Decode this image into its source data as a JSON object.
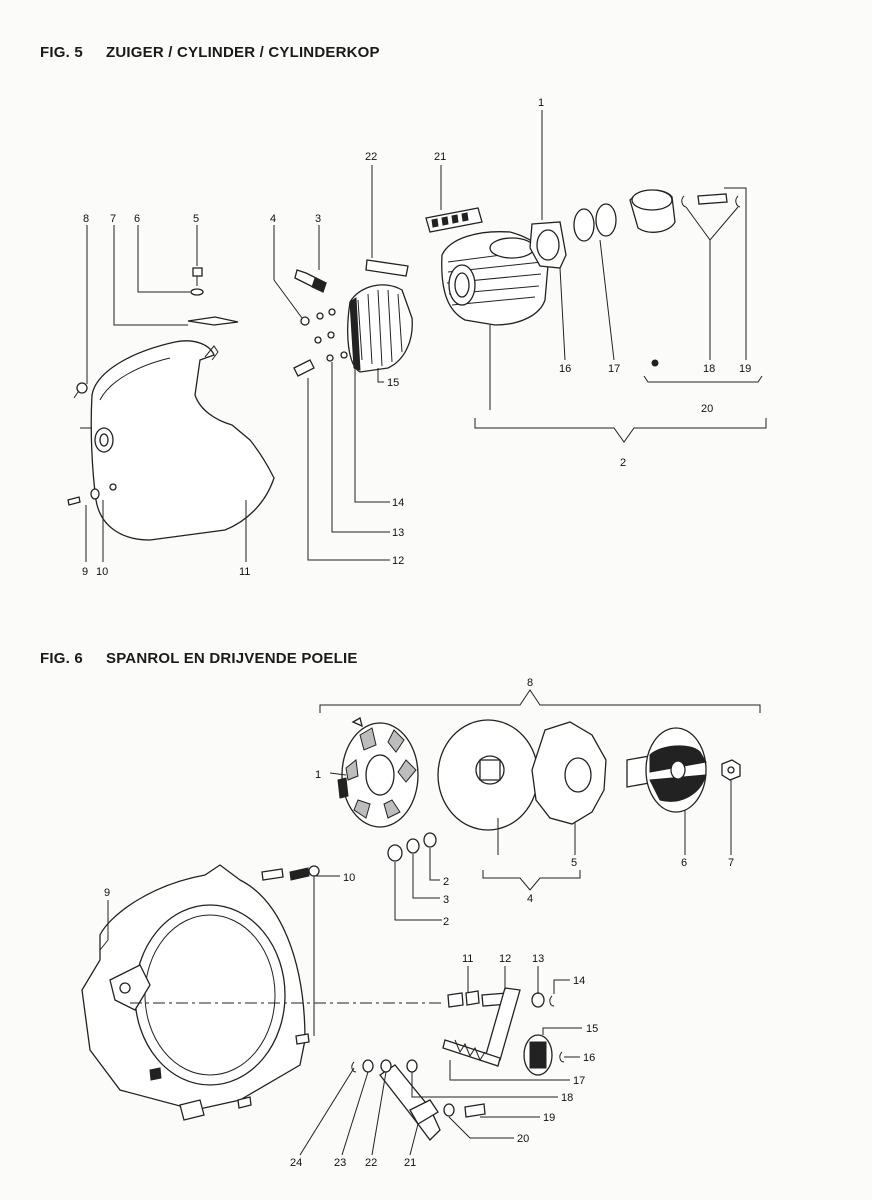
{
  "fig5": {
    "number": "FIG. 5",
    "title": "ZUIGER / CYLINDER / CYLINDERKOP",
    "callouts": [
      "1",
      "2",
      "3",
      "4",
      "5",
      "6",
      "7",
      "8",
      "9",
      "10",
      "11",
      "12",
      "13",
      "14",
      "15",
      "16",
      "17",
      "18",
      "19",
      "20",
      "21",
      "22"
    ]
  },
  "fig6": {
    "number": "FIG. 6",
    "title": "SPANROL EN DRIJVENDE POELIE",
    "callouts": [
      "1",
      "2",
      "3",
      "2",
      "4",
      "5",
      "6",
      "7",
      "8",
      "9",
      "10",
      "11",
      "12",
      "13",
      "14",
      "15",
      "16",
      "17",
      "18",
      "19",
      "20",
      "21",
      "22",
      "23",
      "24"
    ]
  },
  "icons": {
    "cylinder": "cylinder-drawing",
    "piston": "piston-drawing",
    "fan_cover": "fan-cover-drawing",
    "pulley": "pulley-drawing",
    "housing": "drive-housing-drawing",
    "tensioner_arm": "tensioner-arm-drawing"
  }
}
